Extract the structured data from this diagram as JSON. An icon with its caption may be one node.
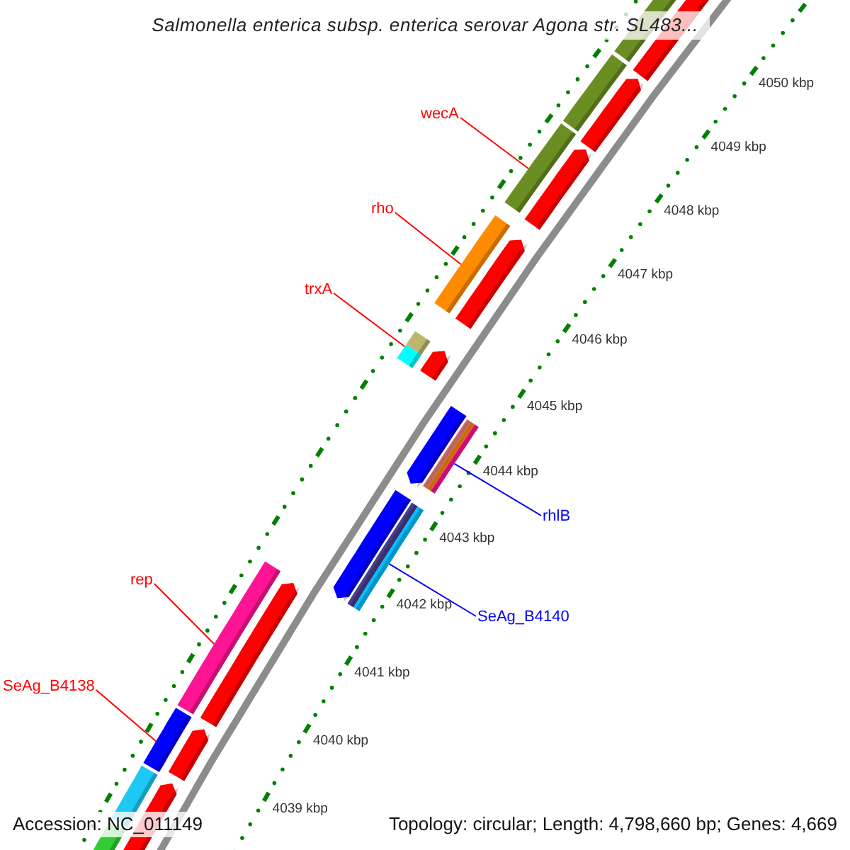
{
  "diagram": {
    "title": "Salmonella enterica subsp. enterica serovar Agona str. SL483...",
    "nodes": [
      {
        "text": [
          "wecA"
        ]
      },
      {
        "text": [],
        "shape": "bar"
      },
      {
        "text": [
          "rho"
        ]
      },
      {
        "text": [],
        "shape": "bar"
      },
      {
        "text": [
          "trxA"
        ]
      },
      {
        "text": [],
        "shape": "bar"
      },
      {
        "text": [
          "rhlB"
        ]
      },
      {
        "text": [],
        "shape": "bar"
      },
      {
        "text": [
          "SeAg_B4140"
        ]
      },
      {
        "text": [],
        "shape": "bar"
      },
      {
        "text": [
          "rep"
        ]
      },
      {
        "text": [],
        "shape": "bar"
      },
      {
        "text": [
          "SeAg_B4138"
        ]
      },
      {
        "text": [],
        "shape": "bar"
      }
    ],
    "edges": [
      {
        "from": 0,
        "to": 1,
        "arrow": "none"
      },
      {
        "from": 2,
        "to": 3,
        "arrow": "none"
      },
      {
        "from": 4,
        "to": 5,
        "arrow": "none"
      },
      {
        "from": 6,
        "to": 7,
        "arrow": "none",
        "color": "#0000ff"
      },
      {
        "from": 8,
        "to": 9,
        "arrow": "none",
        "color": "#0000ff"
      },
      {
        "from": 10,
        "to": 11,
        "arrow": "none"
      },
      {
        "from": 12,
        "to": 13,
        "arrow": "none"
      }
    ],
    "labels": [
      "4050 kbp",
      "4049 kbp",
      "4048 kbp",
      "4047 kbp",
      "4046 kbp",
      "4045 kbp",
      "4044 kbp",
      "4043 kbp",
      "4042 kbp",
      "4041 kbp",
      "4040 kbp",
      "4039 kbp",
      "Accession: NC_011149",
      "Topology: circular; Length: 4,798,660 bp; Genes: 4,669"
    ]
  }
}
